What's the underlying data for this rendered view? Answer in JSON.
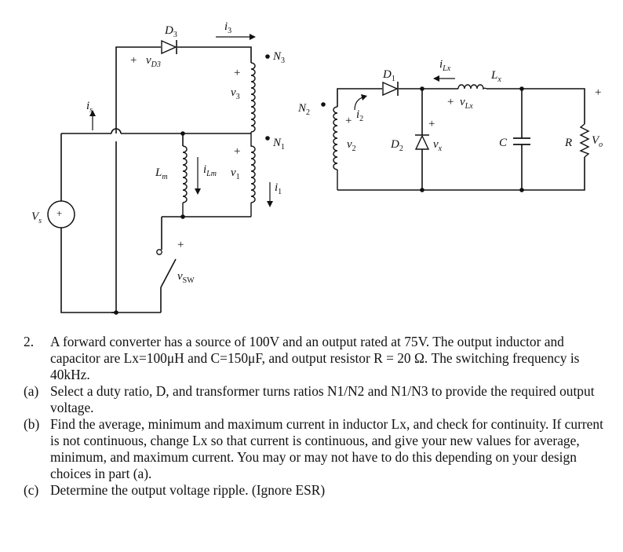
{
  "circuit": {
    "labels": {
      "d3": "D",
      "d3_sub": "3",
      "i3": "i",
      "i3_sub": "3",
      "vd3": "v",
      "vd3_sub": "D3",
      "n3": "N",
      "n3_sub": "3",
      "v3": "v",
      "v3_sub": "3",
      "is": "i",
      "is_sub": "s",
      "n1": "N",
      "n1_sub": "1",
      "lm": "L",
      "lm_sub": "m",
      "ilm": "i",
      "ilm_sub": "Lm",
      "v1": "v",
      "v1_sub": "1",
      "i1": "i",
      "i1_sub": "1",
      "vs": "V",
      "vs_sub": "s",
      "vsw": "v",
      "vsw_sub": "SW",
      "n2": "N",
      "n2_sub": "2",
      "i2": "i",
      "i2_sub": "2",
      "v2": "v",
      "v2_sub": "2",
      "d1": "D",
      "d1_sub": "1",
      "ilx": "i",
      "ilx_sub": "Lx",
      "lx": "L",
      "lx_sub": "x",
      "vlx": "v",
      "vlx_sub": "Lx",
      "d2": "D",
      "d2_sub": "2",
      "vx": "v",
      "vx_sub": "x",
      "c": "C",
      "r": "R",
      "vo": "V",
      "vo_sub": "o",
      "plus": "+"
    }
  },
  "problem": {
    "number": "2.",
    "intro": "A forward converter has a source of 100V and an output rated at 75V. The output inductor and capacitor are Lx=100μH and C=150μF, and output resistor R = 20 Ω. The switching frequency is 40kHz.",
    "parts": [
      {
        "label": "(a)",
        "text": "Select a duty ratio, D, and transformer turns ratios N1/N2 and N1/N3 to provide the required output voltage."
      },
      {
        "label": "(b)",
        "text": "Find the average, minimum and maximum current in inductor Lx, and check for continuity. If current is not continuous, change Lx so that current is continuous, and give your new values for average, minimum, and maximum current. You may or may not have to do this depending on your design choices in part (a)."
      },
      {
        "label": "(c)",
        "text": "Determine the output voltage ripple. (Ignore ESR)"
      }
    ]
  }
}
